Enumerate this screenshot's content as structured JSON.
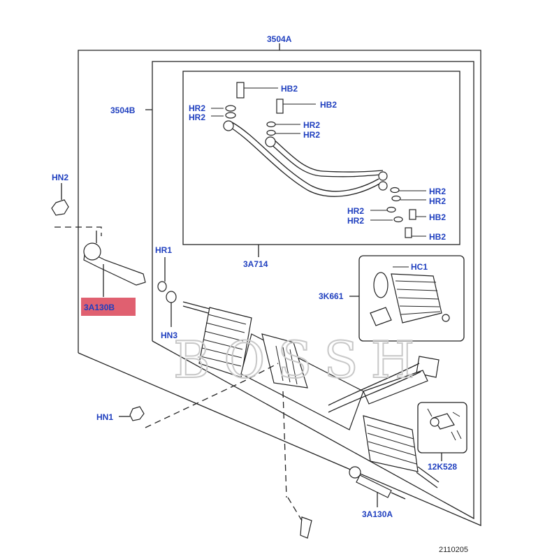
{
  "labels": {
    "assembly_outer": "3504A",
    "assembly_inner": "3504B",
    "tube_set": "3A714",
    "boot_kit": "3K661",
    "valve_kit": "12K528",
    "tie_rod_end": "3A130B",
    "inner_tie_rod": "3A130A",
    "nut_hn2": "HN2",
    "nut_hn1": "HN1",
    "nut_hn3": "HN3",
    "ring_hr1": "HR1",
    "clip_hc1": "HC1",
    "hb2_1": "HB2",
    "hb2_2": "HB2",
    "hb2_3": "HB2",
    "hb2_4": "HB2",
    "hr2_1": "HR2",
    "hr2_2": "HR2",
    "hr2_3": "HR2",
    "hr2_4": "HR2",
    "hr2_5": "HR2",
    "hr2_6": "HR2",
    "hr2_7": "HR2",
    "hr2_8": "HR2"
  },
  "watermark": "BOSSH",
  "reference_number": "2110205",
  "highlight_color": "#e06070",
  "label_color": "#1f3fbf"
}
